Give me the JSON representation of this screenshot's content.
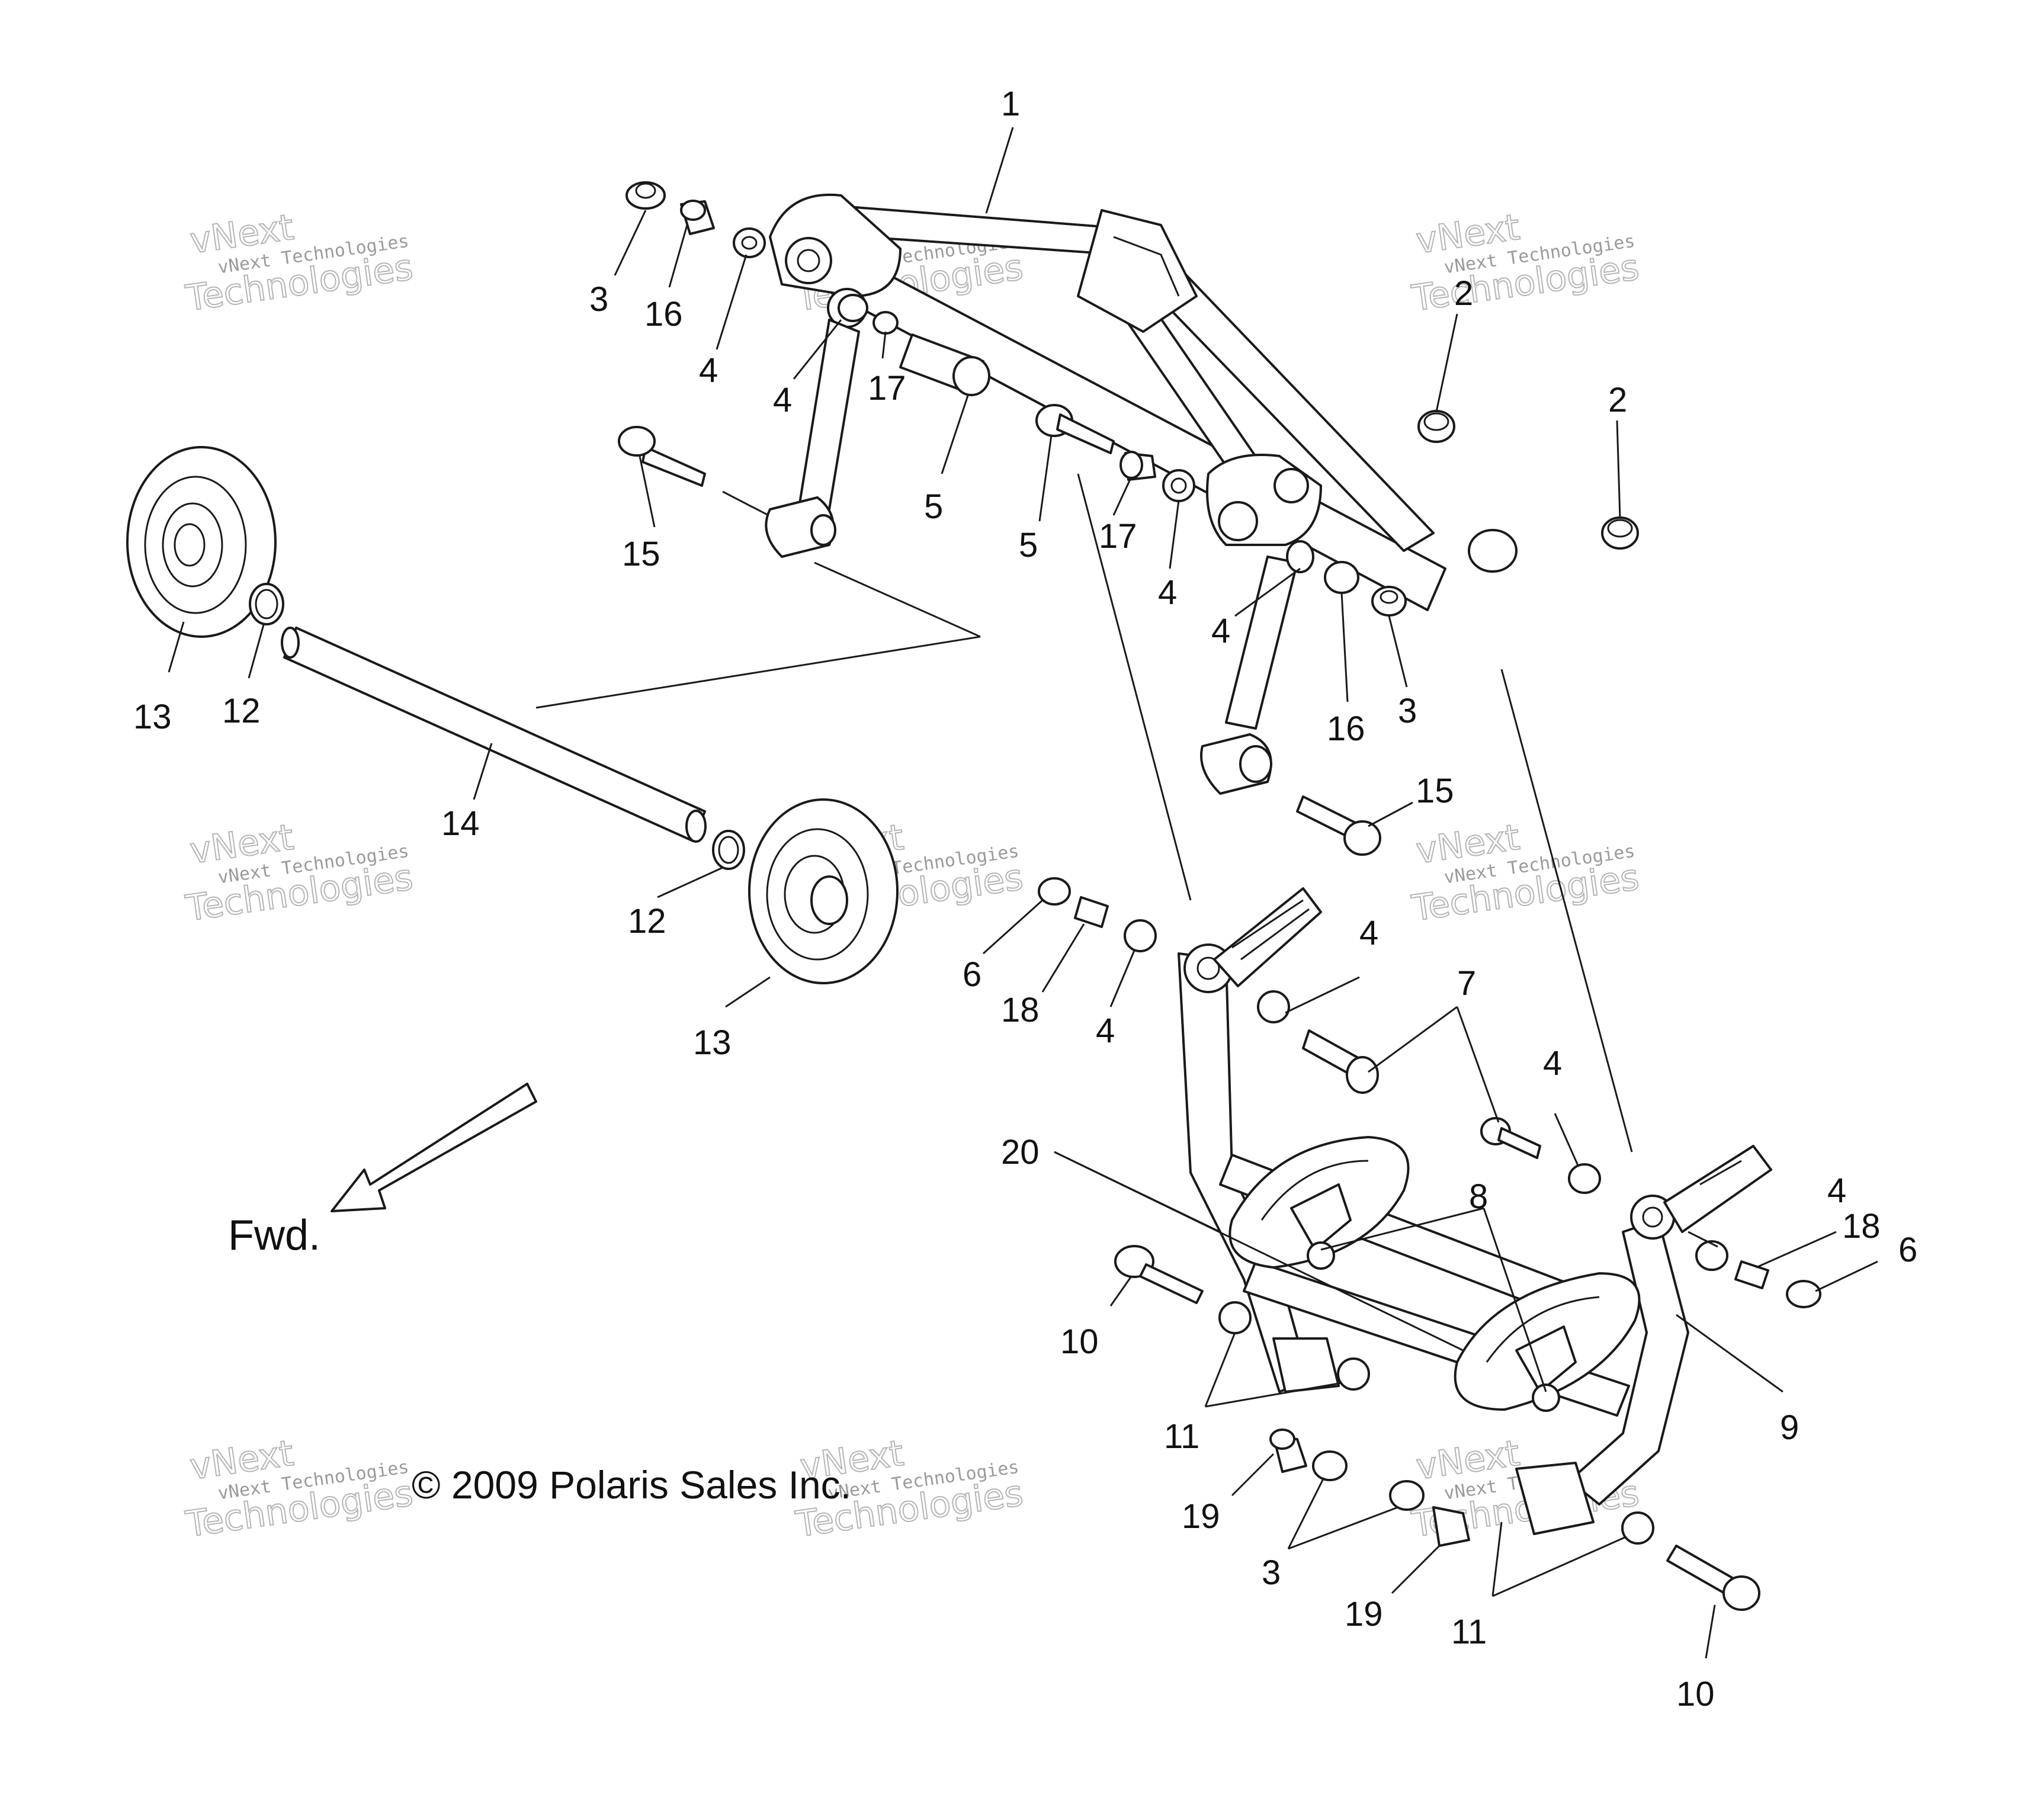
{
  "callouts": [
    {
      "id": "c1",
      "text": "1"
    },
    {
      "id": "c2a",
      "text": "2"
    },
    {
      "id": "c2b",
      "text": "2"
    },
    {
      "id": "c3a",
      "text": "3"
    },
    {
      "id": "c3b",
      "text": "3"
    },
    {
      "id": "c3c",
      "text": "3"
    },
    {
      "id": "c4a",
      "text": "4"
    },
    {
      "id": "c4b",
      "text": "4"
    },
    {
      "id": "c4c",
      "text": "4"
    },
    {
      "id": "c4d",
      "text": "4"
    },
    {
      "id": "c4e",
      "text": "4"
    },
    {
      "id": "c4f",
      "text": "4"
    },
    {
      "id": "c4g",
      "text": "4"
    },
    {
      "id": "c4h",
      "text": "4"
    },
    {
      "id": "c5a",
      "text": "5"
    },
    {
      "id": "c5b",
      "text": "5"
    },
    {
      "id": "c6a",
      "text": "6"
    },
    {
      "id": "c6b",
      "text": "6"
    },
    {
      "id": "c7",
      "text": "7"
    },
    {
      "id": "c8",
      "text": "8"
    },
    {
      "id": "c9",
      "text": "9"
    },
    {
      "id": "c10a",
      "text": "10"
    },
    {
      "id": "c10b",
      "text": "10"
    },
    {
      "id": "c11a",
      "text": "11"
    },
    {
      "id": "c11b",
      "text": "11"
    },
    {
      "id": "c12a",
      "text": "12"
    },
    {
      "id": "c12b",
      "text": "12"
    },
    {
      "id": "c13a",
      "text": "13"
    },
    {
      "id": "c13b",
      "text": "13"
    },
    {
      "id": "c14",
      "text": "14"
    },
    {
      "id": "c15a",
      "text": "15"
    },
    {
      "id": "c15b",
      "text": "15"
    },
    {
      "id": "c16a",
      "text": "16"
    },
    {
      "id": "c16b",
      "text": "16"
    },
    {
      "id": "c17a",
      "text": "17"
    },
    {
      "id": "c17b",
      "text": "17"
    },
    {
      "id": "c18a",
      "text": "18"
    },
    {
      "id": "c18b",
      "text": "18"
    },
    {
      "id": "c19a",
      "text": "19"
    },
    {
      "id": "c19b",
      "text": "19"
    },
    {
      "id": "c20",
      "text": "20"
    }
  ],
  "direction_label": "Fwd.",
  "copyright": "© 2009 Polaris Sales Inc.",
  "watermark": {
    "line1": "vNext Technologies",
    "line2": "Technologies",
    "line3": "vNext"
  }
}
